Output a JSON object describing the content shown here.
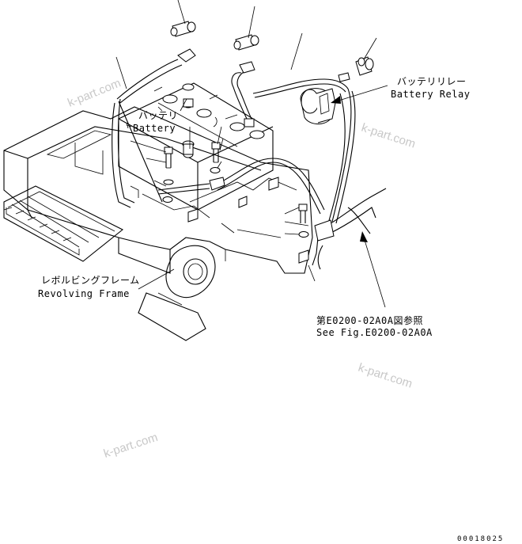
{
  "labels": {
    "battery_jp": "バッテリ",
    "battery_en": "Battery",
    "relay_jp": "バッテリリレー",
    "relay_en": "Battery Relay",
    "frame_jp": "レボルビングフレーム",
    "frame_en": "Revolving Frame",
    "ref_jp": "第E0200-02A0A図参照",
    "ref_en": "See Fig.E0200-02A0A"
  },
  "watermarks": [
    "k-part.com",
    "k-part.com",
    "k-part.com",
    "k-part.com"
  ],
  "drawing_code": "00018025"
}
